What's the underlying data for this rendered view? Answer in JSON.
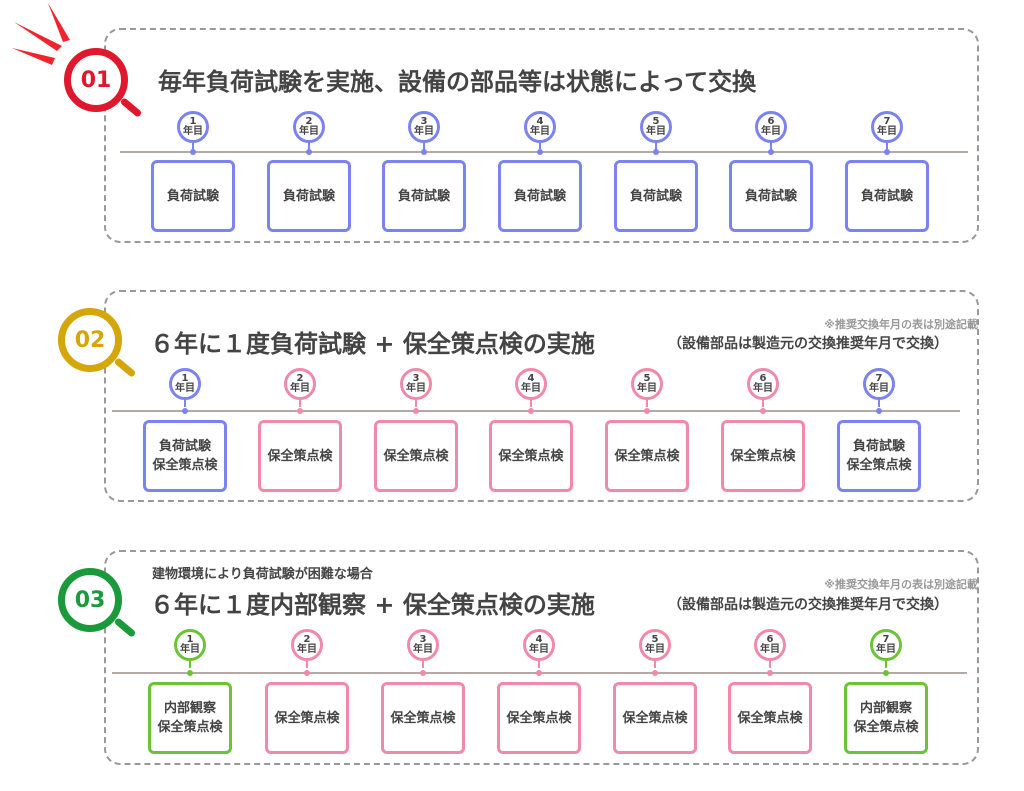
{
  "colors": {
    "blue": "#7b83f0",
    "pink": "#f08aa8",
    "green": "#6cc33a"
  },
  "sections": [
    {
      "badge": "01",
      "badge_color": "#e0182d",
      "title": "毎年負荷試験を実施、設備の部品等は状態によって交換",
      "items": [
        {
          "year": "1",
          "unit": "年目",
          "lines": [
            "負荷試験"
          ],
          "color": "blue"
        },
        {
          "year": "2",
          "unit": "年目",
          "lines": [
            "負荷試験"
          ],
          "color": "blue"
        },
        {
          "year": "3",
          "unit": "年目",
          "lines": [
            "負荷試験"
          ],
          "color": "blue"
        },
        {
          "year": "4",
          "unit": "年目",
          "lines": [
            "負荷試験"
          ],
          "color": "blue"
        },
        {
          "year": "5",
          "unit": "年目",
          "lines": [
            "負荷試験"
          ],
          "color": "blue"
        },
        {
          "year": "6",
          "unit": "年目",
          "lines": [
            "負荷試験"
          ],
          "color": "blue"
        },
        {
          "year": "7",
          "unit": "年目",
          "lines": [
            "負荷試験"
          ],
          "color": "blue"
        }
      ]
    },
    {
      "badge": "02",
      "badge_color": "#d4a60a",
      "title": "６年に１度負荷試験 + 保全策点検の実施",
      "note": "※推奨交換年月の表は別途記載",
      "paren": "（設備部品は製造元の交換推奨年月で交換）",
      "items": [
        {
          "year": "1",
          "unit": "年目",
          "lines": [
            "負荷試験",
            "保全策点検"
          ],
          "color": "blue"
        },
        {
          "year": "2",
          "unit": "年目",
          "lines": [
            "保全策点検"
          ],
          "color": "pink"
        },
        {
          "year": "3",
          "unit": "年目",
          "lines": [
            "保全策点検"
          ],
          "color": "pink"
        },
        {
          "year": "4",
          "unit": "年目",
          "lines": [
            "保全策点検"
          ],
          "color": "pink"
        },
        {
          "year": "5",
          "unit": "年目",
          "lines": [
            "保全策点検"
          ],
          "color": "pink"
        },
        {
          "year": "6",
          "unit": "年目",
          "lines": [
            "保全策点検"
          ],
          "color": "pink"
        },
        {
          "year": "7",
          "unit": "年目",
          "lines": [
            "負荷試験",
            "保全策点検"
          ],
          "color": "blue"
        }
      ]
    },
    {
      "badge": "03",
      "badge_color": "#1a9a3a",
      "subtitle": "建物環境により負荷試験が困難な場合",
      "title": "６年に１度内部観察 + 保全策点検の実施",
      "note": "※推奨交換年月の表は別途記載",
      "paren": "（設備部品は製造元の交換推奨年月で交換）",
      "items": [
        {
          "year": "1",
          "unit": "年目",
          "lines": [
            "内部観察",
            "保全策点検"
          ],
          "color": "green"
        },
        {
          "year": "2",
          "unit": "年目",
          "lines": [
            "保全策点検"
          ],
          "color": "pink"
        },
        {
          "year": "3",
          "unit": "年目",
          "lines": [
            "保全策点検"
          ],
          "color": "pink"
        },
        {
          "year": "4",
          "unit": "年目",
          "lines": [
            "保全策点検"
          ],
          "color": "pink"
        },
        {
          "year": "5",
          "unit": "年目",
          "lines": [
            "保全策点検"
          ],
          "color": "pink"
        },
        {
          "year": "6",
          "unit": "年目",
          "lines": [
            "保全策点検"
          ],
          "color": "pink"
        },
        {
          "year": "7",
          "unit": "年目",
          "lines": [
            "内部観察",
            "保全策点検"
          ],
          "color": "green"
        }
      ]
    }
  ]
}
